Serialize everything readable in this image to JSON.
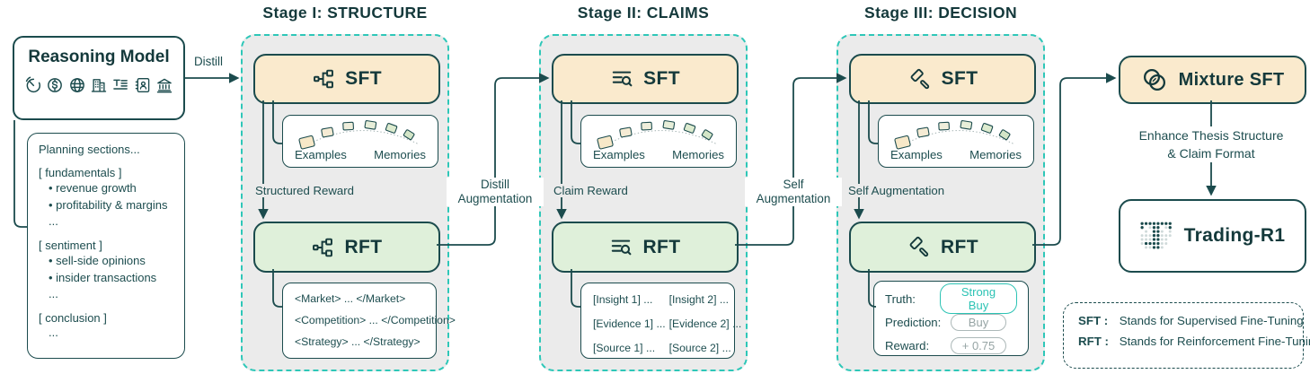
{
  "colors": {
    "ink": "#1B4B4D",
    "stage_dash_teal": "#2EC7B8",
    "panel_gray": "#EBEBEB",
    "sft_cream": "#FAEACD",
    "rft_green": "#DFF0DA",
    "accent_teal": "#2CC3B4",
    "muted_gray": "#96A4A4"
  },
  "reasoning_model": {
    "title": "Reasoning Model",
    "icons": [
      "donut-chart-icon",
      "dollar-circle-icon",
      "globe-icon",
      "building-icon",
      "text-lines-icon",
      "contact-card-icon",
      "bank-icon"
    ]
  },
  "planning": {
    "title": "Planning sections...",
    "lines": [
      {
        "type": "header",
        "text": "[ fundamentals ]"
      },
      {
        "type": "bullet",
        "text": "revenue growth"
      },
      {
        "type": "bullet",
        "text": "profitability & margins"
      },
      {
        "type": "dots",
        "text": "..."
      },
      {
        "type": "header",
        "text": "[ sentiment ]"
      },
      {
        "type": "bullet",
        "text": "sell-side opinions"
      },
      {
        "type": "bullet",
        "text": "insider transactions"
      },
      {
        "type": "dots",
        "text": "..."
      },
      {
        "type": "header",
        "text": "[ conclusion ]"
      },
      {
        "type": "dots",
        "text": "..."
      }
    ]
  },
  "labels": {
    "distill": "Distill",
    "distill_augmentation": [
      "Distill",
      "Augmentation"
    ],
    "self_augmentation": [
      "Self",
      "Augmentation"
    ],
    "enhance": [
      "Enhance Thesis Structure",
      "& Claim Format"
    ]
  },
  "stages": [
    {
      "title": "Stage I: STRUCTURE",
      "icon": "org-chart-icon",
      "sft": "SFT",
      "rft": "RFT",
      "examples": "Examples",
      "memories": "Memories",
      "reward_label": "Structured Reward",
      "outputs": [
        "<Market> ... </Market>",
        "<Competition> ... </Competition>",
        "<Strategy> ... </Strategy>"
      ]
    },
    {
      "title": "Stage II: CLAIMS",
      "icon": "list-search-icon",
      "sft": "SFT",
      "rft": "RFT",
      "examples": "Examples",
      "memories": "Memories",
      "reward_label": "Claim Reward",
      "outputs_cols": [
        [
          "[Insight 1] ...",
          "[Evidence 1] ...",
          "[Source 1] ..."
        ],
        [
          "[Insight 2] ...",
          "[Evidence 2] ...",
          "[Source 2] ..."
        ]
      ]
    },
    {
      "title": "Stage III: DECISION",
      "icon": "gavel-icon",
      "sft": "SFT",
      "rft": "RFT",
      "examples": "Examples",
      "memories": "Memories",
      "reward_label": "Self Augmentation",
      "decision": [
        {
          "label": "Truth:",
          "value": "Strong Buy",
          "style": "teal"
        },
        {
          "label": "Prediction:",
          "value": "Buy",
          "style": "gray"
        },
        {
          "label": "Reward:",
          "value": "+ 0.75",
          "style": "gray"
        }
      ]
    }
  ],
  "right": {
    "mixture_sft": "Mixture SFT",
    "mixture_icon": "venn-circles-icon",
    "trading_r1": "Trading-R1",
    "trading_icon": "dot-matrix-t-icon",
    "legend": [
      {
        "term": "SFT :",
        "definition": "Stands for Supervised Fine-Tuning"
      },
      {
        "term": "RFT :",
        "definition": "Stands for Reinforcement Fine-Tuning"
      }
    ]
  }
}
